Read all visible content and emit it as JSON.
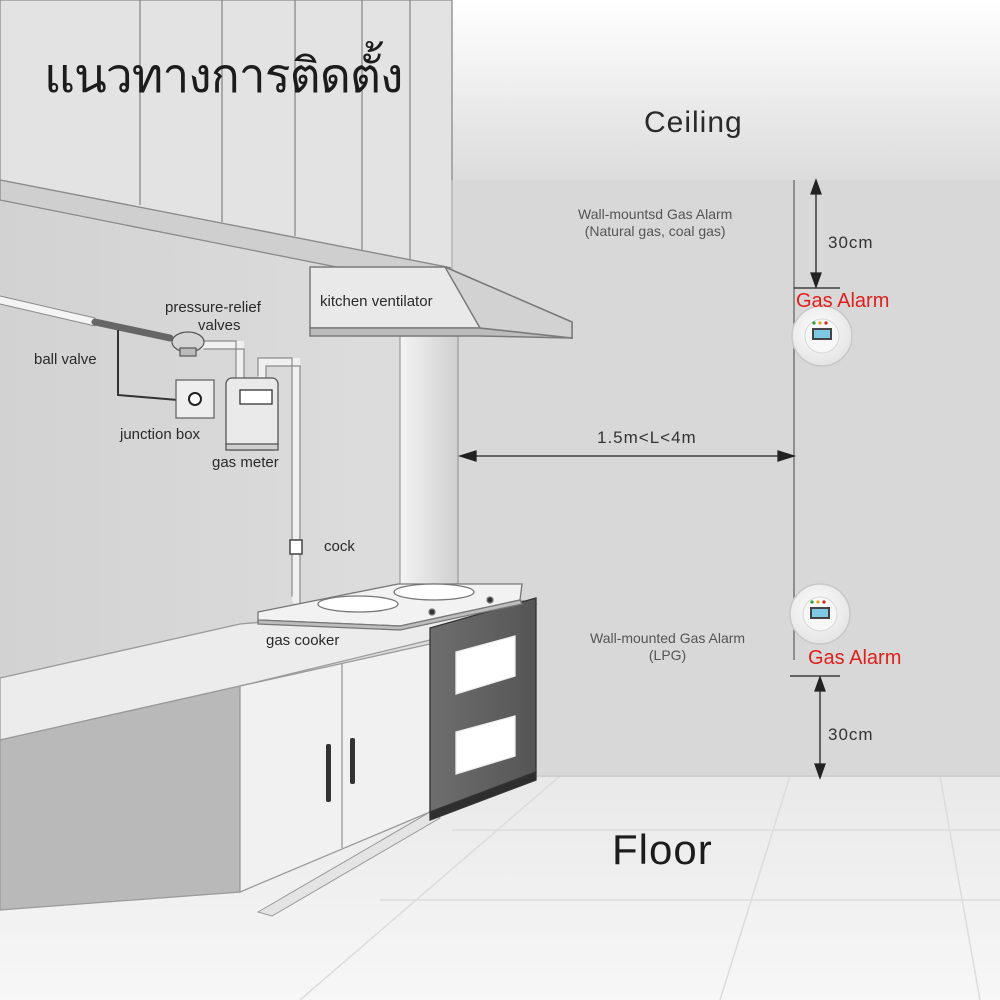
{
  "title": "แนวทางการติดตั้ง",
  "labels": {
    "ceiling": "Ceiling",
    "floor": "Floor",
    "kitchen_ventilator": "kitchen ventilator",
    "pressure_relief_line1": "pressure-relief",
    "pressure_relief_line2": "valves",
    "ball_valve": "ball valve",
    "junction_box": "junction box",
    "gas_meter": "gas meter",
    "cock": "cock",
    "gas_cooker": "gas cooker",
    "distance": "1.5m<L<4m"
  },
  "top_alarm": {
    "note_line1": "Wall-mountsd Gas Alarm",
    "note_line2": "(Natural gas, coal gas)",
    "label": "Gas Alarm",
    "dimension": "30cm"
  },
  "bottom_alarm": {
    "note_line1": "Wall-mounted Gas Alarm",
    "note_line2": "(LPG)",
    "label": "Gas Alarm",
    "dimension": "30cm"
  },
  "colors": {
    "alarm_label": "#e0201c",
    "wall": "#d9d9d9",
    "floor": "#eeeeee"
  }
}
